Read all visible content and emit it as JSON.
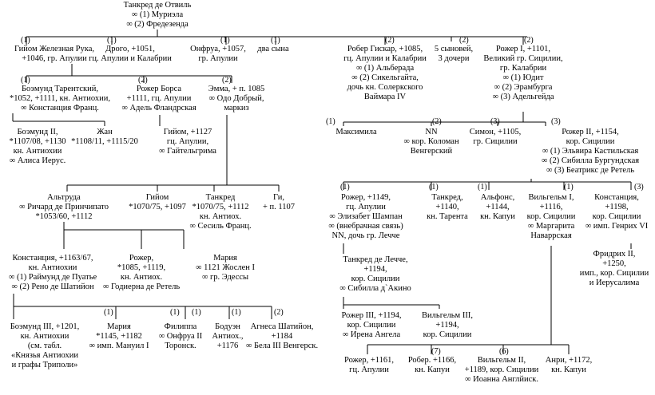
{
  "root": [
    "Танкред де Отвиль",
    "∞ (1) Муриэла",
    "∞ (2) Фредезенда"
  ],
  "left": {
    "gen2": {
      "gijom": [
        "Гийом Железная Рука,",
        "+1046, гр. Апулии"
      ],
      "drogo": [
        "Дрого, +1051,",
        "гц. Апулии и Калабрии"
      ],
      "onfrua": [
        "Онфруа, +1057,",
        "гр. Апулии"
      ],
      "dva_syna": [
        "два сына"
      ]
    },
    "gen3": {
      "boemund": [
        "Боэмунд Тарентский,",
        "*1052, +1111, кн. Антиохии,",
        "∞ Констанция Франц."
      ],
      "rozher_borsa": [
        "Рожер Борса",
        "+1111, гц. Апулии",
        "∞ Адель Фландрская"
      ],
      "emma": [
        "Эмма, + п. 1085",
        "∞ Одо Добрый,",
        "маркиз"
      ]
    },
    "gen4": {
      "boemund2": [
        "Боэмунд II,",
        "*1107/08, +1130",
        "кн. Антиохии",
        "∞ Алиса Иерус."
      ],
      "zhan": [
        "Жан",
        "*1108/11, +1115/20"
      ],
      "gijom_apulia": [
        "Гийом, +1127",
        "гц. Апулии,",
        "∞ Гайтельгрима"
      ]
    },
    "gen5": {
      "altruda": [
        "Альтруда",
        "∞ Ричард де Принчипато",
        "*1053/60, +1112"
      ],
      "gijom_b": [
        "Гийом",
        "*1070/75, +1097"
      ],
      "tankred": [
        "Танкред",
        "*1070/75, +1112",
        "кн. Антиох.",
        "∞ Сесиль Франц."
      ],
      "gi": [
        "Ги,",
        "+ п. 1107"
      ]
    },
    "gen6": {
      "konstancia": [
        "Констанция, +1163/67,",
        "кн. Антиохии",
        "∞ (1) Раймунд де Пуатье",
        "∞ (2) Рено де Шатийон"
      ],
      "rozher_ant": [
        "Рожер,",
        "*1085, +1119,",
        "кн. Антиох.",
        "∞ Годиерна де Ретель"
      ],
      "maria_a": [
        "Мария",
        "∞ 1121 Жослен I",
        "∞ гр. Эдессы"
      ]
    },
    "gen7": {
      "boemund3": [
        "Боэмунд III, +1201,",
        "кн. Антиохии",
        "(см. табл.",
        "«Князья Антиохии",
        "и графы Триполи»"
      ],
      "maria_b": [
        "Мария",
        "*1145, +1182",
        "∞ имп. Мануил I"
      ],
      "filippa": [
        "Филиппа",
        "∞ Онфруа II",
        "Торонск."
      ],
      "boduen": [
        "Бодуэн",
        "Антиох.,",
        "+1176"
      ],
      "agnessa": [
        "Агнеса Шатийон,",
        "+1184",
        "∞ Бела III Венгерск."
      ]
    }
  },
  "right": {
    "gen2": {
      "rober": [
        "Робер Гискар, +1085,",
        "гц. Апулии и Калабрии",
        "∞ (1) Альберада",
        "∞ (2) Сикельгайта,",
        "дочь кн. Солеркского",
        "Ваймара IV"
      ],
      "pyat_synovej": [
        "5 сыновей,",
        "3 дочери"
      ],
      "rozher1": [
        "Рожер I, +1101,",
        "Великий гр. Сицилии,",
        "гр. Калабрии",
        "∞ (1) Юдит",
        "∞ (2) Эрамбурга",
        "∞ (3) Адельгейда"
      ]
    },
    "gen3": {
      "maksimila": [
        "Максимила"
      ],
      "nn": [
        "NN",
        "∞ кор. Коломан",
        "Венгерский"
      ],
      "simon": [
        "Симон, +1105,",
        "гр. Сицилии"
      ],
      "rozher2": [
        "Рожер II, +1154,",
        "кор. Сицилии",
        "∞ (1) Эльвира Кастильская",
        "∞ (2) Сибилла Бургундская",
        "∞ (3) Беатрикс де Ретель"
      ]
    },
    "gen4": {
      "rozher_1149": [
        "Рожер, +1149,",
        "гц. Апулии",
        "∞ Элизабет Шампан",
        "∞ (внебрачная связь)",
        "NN, дочь гр. Лечче"
      ],
      "tankred_t": [
        "Танкред,",
        "+1140,",
        "кн. Тарента"
      ],
      "alfons": [
        "Альфонс,",
        "+1144,",
        "кн. Капуи"
      ],
      "vilgelm1": [
        "Вильгельм I,",
        "+1116,",
        "кор. Сицилии",
        "∞ Маргарита",
        "Наваррская"
      ],
      "konstancia_r": [
        "Констанция,",
        "+1198,",
        "кор. Сицилии",
        "∞ имп. Генрих VI"
      ]
    },
    "gen5": {
      "tankred_lechche": [
        "Танкред де Лечче,",
        "+1194,",
        "кор. Сицилии",
        "∞ Сибилла д`Акино"
      ],
      "fridrih2": [
        "Фридрих II,",
        "+1250,",
        "имп., кор. Сицилии",
        "и  Иерусалима"
      ]
    },
    "gen6": {
      "rozher3": [
        "Рожер III, +1194,",
        "кор. Сицилии",
        "∞ Ирена Ангела"
      ],
      "vilgelm3": [
        "Вильгельм III,",
        "+1194,",
        "кор. Сицилии"
      ]
    },
    "gen7": {
      "rozher_1161": [
        "Рожер, +1161,",
        "гц. Апулии"
      ],
      "rober_1166": [
        "Робер. +1166,",
        "кн. Капуи"
      ],
      "vilgelm2": [
        "Вильгельм II,",
        "+1189, кор. Сицилии",
        "∞ Иоанна Англйиск."
      ],
      "anri": [
        "Анри, +1172,",
        "кн. Капуи"
      ]
    }
  },
  "labels": {
    "l1": "(1)",
    "l2": "(1)",
    "l3": "(1)",
    "l4": "(1)",
    "l5": "(1)",
    "l6": "(2)",
    "l7": "(2)",
    "l8": "(1)",
    "l9": "(1)",
    "l10": "(1)",
    "l11": "(1)",
    "l12": "(2)",
    "r1": "(2)",
    "r2": "(2)",
    "r3": "(2)",
    "r4": "(1)",
    "r5": "(2)",
    "r6": "(3)",
    "r7": "(3)",
    "r8": "(1)",
    "r9": "(1)",
    "r10": "(1)",
    "r11": "(1)",
    "r12": "(3)",
    "r13": "(7)",
    "r14": "(6)"
  }
}
